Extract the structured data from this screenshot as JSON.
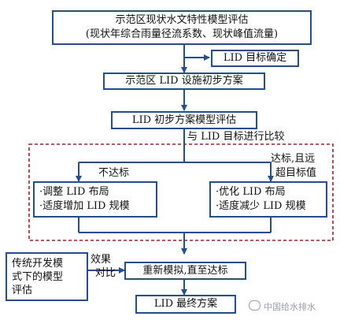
{
  "nodes": {
    "assess": {
      "line1": "示范区现状水文特性模型评估",
      "line2": "(现状年综合雨量径流系数、现状峰值流量)"
    },
    "target": "LID 目标确定",
    "prelim": "示范区 LID 设施初步方案",
    "model_eval": "LID 初步方案模型评估",
    "adjust": {
      "line1": "·调整 LID 布局",
      "line2": "·适度增加 LID 规模"
    },
    "optimize": {
      "line1": "·优化 LID 布局",
      "line2": "·适度减少 LID 规模"
    },
    "traditional": {
      "line1": "传统开发模",
      "line2": "式下的模型",
      "line3": "评估"
    },
    "resim": "重新模拟,直至达标",
    "final": "LID 最终方案"
  },
  "labels": {
    "compare": "与 LID 目标进行比较",
    "fail": "不达标",
    "exceed1": "达标,且远",
    "exceed2": "超目标值",
    "effect1": "效果",
    "effect2": "对比"
  },
  "watermark": "中国给水排水",
  "colors": {
    "box_border": "#1f4f9a",
    "arrow": "#1f4f9a",
    "dashed": "#c0141c"
  }
}
